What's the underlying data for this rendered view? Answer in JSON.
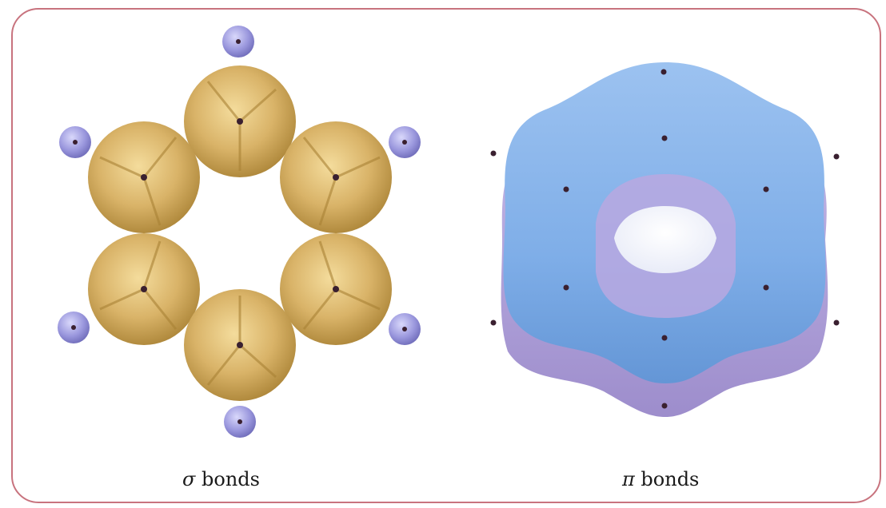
{
  "figure": {
    "sigma_caption": {
      "symbol": "σ",
      "text": "bonds"
    },
    "pi_caption": {
      "symbol": "π",
      "text": "bonds"
    }
  },
  "colors": {
    "frame_border": "#c8737e",
    "sigma_lobe": "#d9b368",
    "hydrogen": "#9a97dd",
    "pi_cloud_top": "#7faee8",
    "pi_cloud_bottom": "#b5a6de",
    "nucleus": "#3a2030"
  },
  "icons": {
    "sigma_atom": "carbon-sigma-lobe-icon",
    "hydrogen_atom": "hydrogen-sphere-icon",
    "pi_torus": "pi-electron-cloud-icon"
  }
}
